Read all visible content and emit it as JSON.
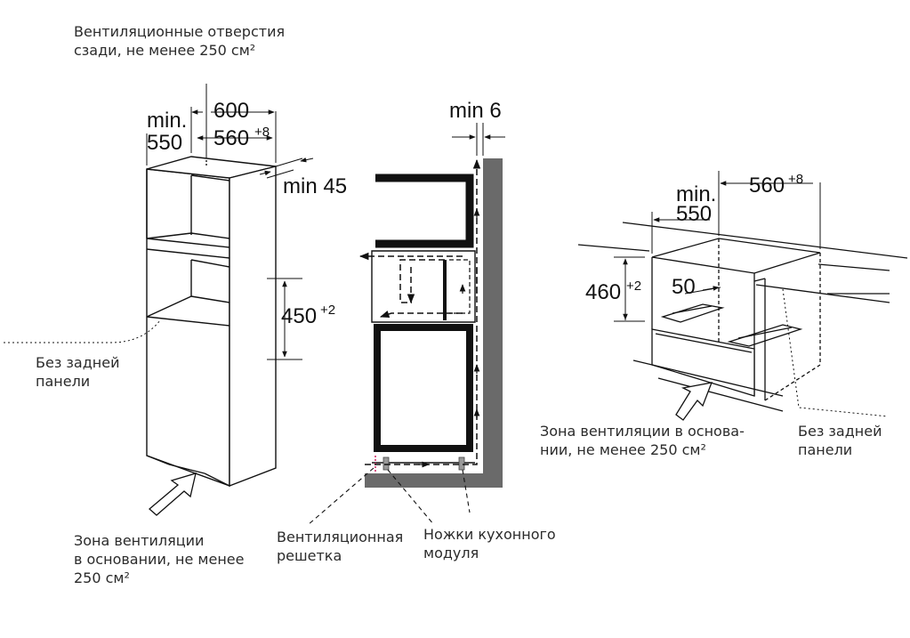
{
  "captions": {
    "rear_vents": [
      "Вентиляционные отверстия",
      "сзади, не менее 250 см²"
    ],
    "no_back_left": [
      "Без задней",
      "панели"
    ],
    "base_vent_left": [
      "Зона вентиляции",
      "в основании, не менее",
      "250 см²"
    ],
    "vent_grille": [
      "Вентиляционная",
      "решетка"
    ],
    "cabinet_feet": [
      "Ножки кухонного",
      "модуля"
    ],
    "base_vent_right": [
      "Зона вентиляции в основа-",
      "нии, не менее 250 см²"
    ],
    "no_back_right": [
      "Без задней",
      "панели"
    ]
  },
  "dimensions": {
    "left_min": "min.",
    "left_min_value": "550",
    "left_width": "600",
    "left_inner_width": "560",
    "left_inner_tol": "+8",
    "left_gap": "min 45",
    "left_height": "450",
    "left_height_tol": "+2",
    "middle_gap": "min 6",
    "right_min": "min.",
    "right_min_value": "550",
    "right_inner_width": "560",
    "right_inner_tol": "+8",
    "right_height": "460",
    "right_height_tol": "+2",
    "right_depth": "50"
  },
  "colors": {
    "line": "#111111",
    "wall": "#6a6a6a",
    "airflow": "#111111",
    "grille": "#d0306a"
  }
}
